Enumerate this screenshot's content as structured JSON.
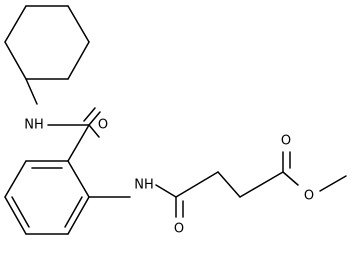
{
  "molecule": {
    "atom_labels": {
      "cyclohexyl_nh": "NH",
      "amide_o_top": "O",
      "anilide_nh": "NH",
      "amide_o_bottom": "O",
      "ester_carbonyl_o": "O",
      "ester_alkoxy_o": "O"
    }
  },
  "colors": {
    "bond": "#000000",
    "label": "#000000",
    "background": "#ffffff"
  }
}
